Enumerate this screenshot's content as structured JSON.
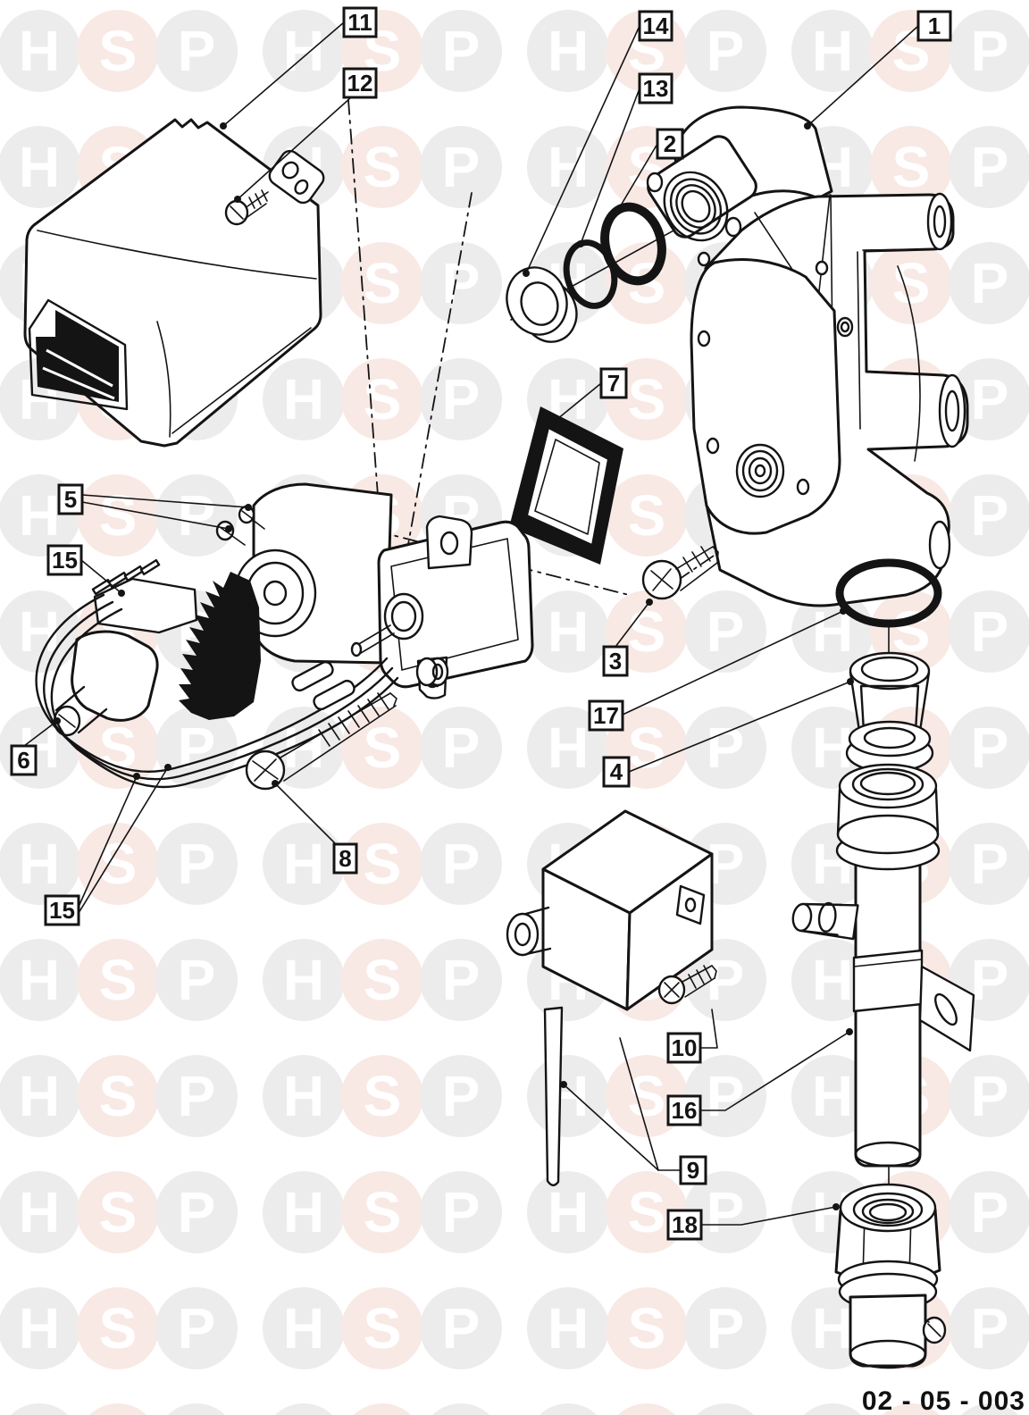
{
  "watermark": {
    "letters": [
      "H",
      "S",
      "P"
    ],
    "circle_color_default": "#ececec",
    "circle_color_s": "#f8e9e5",
    "letter_color": "#ffffff"
  },
  "footer": {
    "code": "02 - 05 - 003"
  },
  "callouts": [
    {
      "label": "1",
      "part": "gas-valve-body"
    },
    {
      "label": "2",
      "part": "o-ring-thick"
    },
    {
      "label": "3",
      "part": "cover-plate-screw"
    },
    {
      "label": "4",
      "part": "filter-strainer"
    },
    {
      "label": "5",
      "part": "coil-fixing-screws"
    },
    {
      "label": "6",
      "part": "solenoid-coil"
    },
    {
      "label": "7",
      "part": "gasket-frame"
    },
    {
      "label": "8",
      "part": "long-fixing-screw"
    },
    {
      "label": "9",
      "part": "ignition-unit-electrode"
    },
    {
      "label": "10",
      "part": "ignition-unit-screw"
    },
    {
      "label": "11",
      "part": "cover"
    },
    {
      "label": "12",
      "part": "cover-screw"
    },
    {
      "label": "13",
      "part": "o-ring-thin"
    },
    {
      "label": "14",
      "part": "bush-collar"
    },
    {
      "label": "15",
      "part": "wiring-harness"
    },
    {
      "label": "15",
      "part": "wiring-harness"
    },
    {
      "label": "16",
      "part": "outlet-tube"
    },
    {
      "label": "17",
      "part": "o-ring-large"
    },
    {
      "label": "18",
      "part": "union-nut"
    }
  ]
}
